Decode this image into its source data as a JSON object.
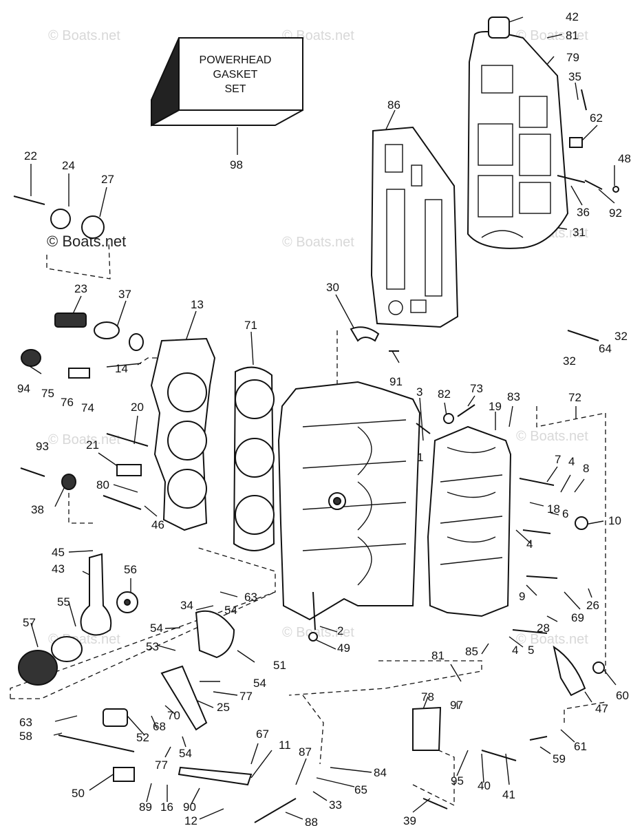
{
  "watermark": "© Boats.net",
  "kit_box": {
    "lines": [
      "POWERHEAD",
      "GASKET",
      "SET"
    ],
    "part": "98"
  },
  "callouts": [
    "1",
    "2",
    "3",
    "4",
    "5",
    "6",
    "7",
    "8",
    "9",
    "10",
    "11",
    "12",
    "13",
    "14",
    "16",
    "18",
    "19",
    "20",
    "21",
    "22",
    "23",
    "24",
    "25",
    "26",
    "27",
    "28",
    "30",
    "31",
    "32",
    "33",
    "34",
    "35",
    "36",
    "37",
    "38",
    "39",
    "40",
    "41",
    "42",
    "43",
    "45",
    "46",
    "47",
    "48",
    "49",
    "50",
    "51",
    "52",
    "53",
    "54",
    "55",
    "56",
    "57",
    "58",
    "59",
    "60",
    "61",
    "62",
    "63",
    "64",
    "65",
    "67",
    "68",
    "69",
    "70",
    "71",
    "72",
    "73",
    "74",
    "75",
    "76",
    "77",
    "78",
    "79",
    "80",
    "81",
    "82",
    "83",
    "84",
    "85",
    "86",
    "87",
    "88",
    "89",
    "90",
    "91",
    "92",
    "93",
    "94",
    "95",
    "97",
    "98"
  ]
}
